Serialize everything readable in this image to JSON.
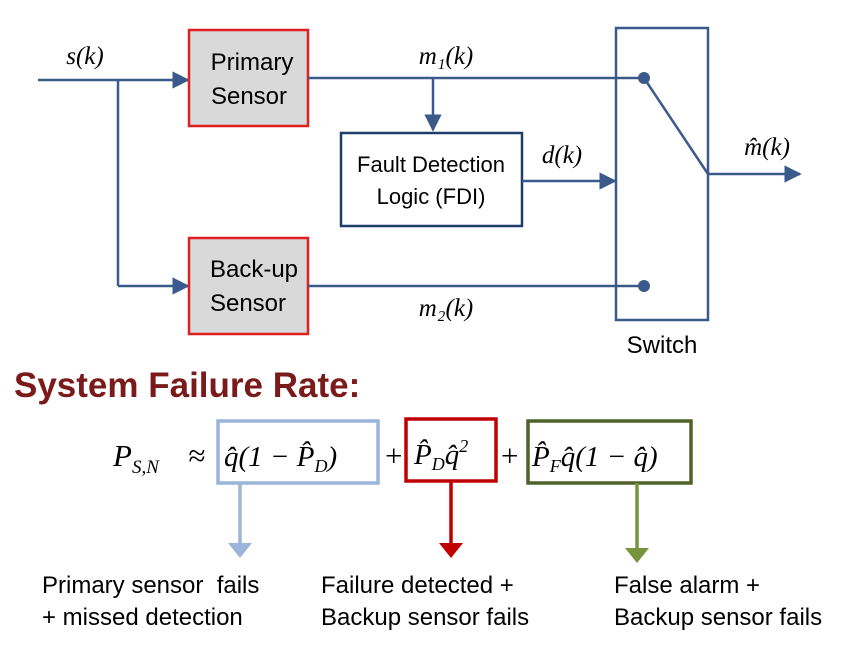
{
  "diagram": {
    "input_signal": "s(k)",
    "primary_sensor": {
      "line1": "Primary",
      "line2": "Sensor"
    },
    "backup_sensor": {
      "line1": "Back-up",
      "line2": "Sensor"
    },
    "fdi": {
      "line1": "Fault Detection",
      "line2": "Logic (FDI)"
    },
    "m1_signal": "m₁(k)",
    "m2_signal": "m₂(k)",
    "decision_signal": "d(k)",
    "output_signal": "m̂(k)",
    "switch_label": "Switch"
  },
  "failure_rate": {
    "heading": "System Failure Rate:",
    "lhs": "P",
    "lhs_sub": "S,N",
    "approx": "≈",
    "plus": "+",
    "term1": "q̂(1 − P̂",
    "term1_sub": "D",
    "term1_close": ")",
    "term2_a": "P̂",
    "term2_sub": "D",
    "term2_b": "q̂",
    "term2_sup": "2",
    "term3_a": "P̂",
    "term3_sub": "F",
    "term3_b": "q̂(1 − q̂)"
  },
  "captions": {
    "term1": {
      "line1": "Primary sensor  fails",
      "line2": "+ missed detection"
    },
    "term2": {
      "line1": "Failure detected +",
      "line2": "Backup sensor fails"
    },
    "term3": {
      "line1": "False alarm +",
      "line2": "Backup sensor fails"
    }
  },
  "colors": {
    "line": "#3a5a8c",
    "sensor_border": "#e02020",
    "sensor_fill": "#d9d9d9",
    "heading": "#7b1a1a",
    "term1_box": "#9ab5d9",
    "term2_box": "#c00000",
    "term3_box": "#4f6228",
    "term3_arrow": "#77933c"
  }
}
